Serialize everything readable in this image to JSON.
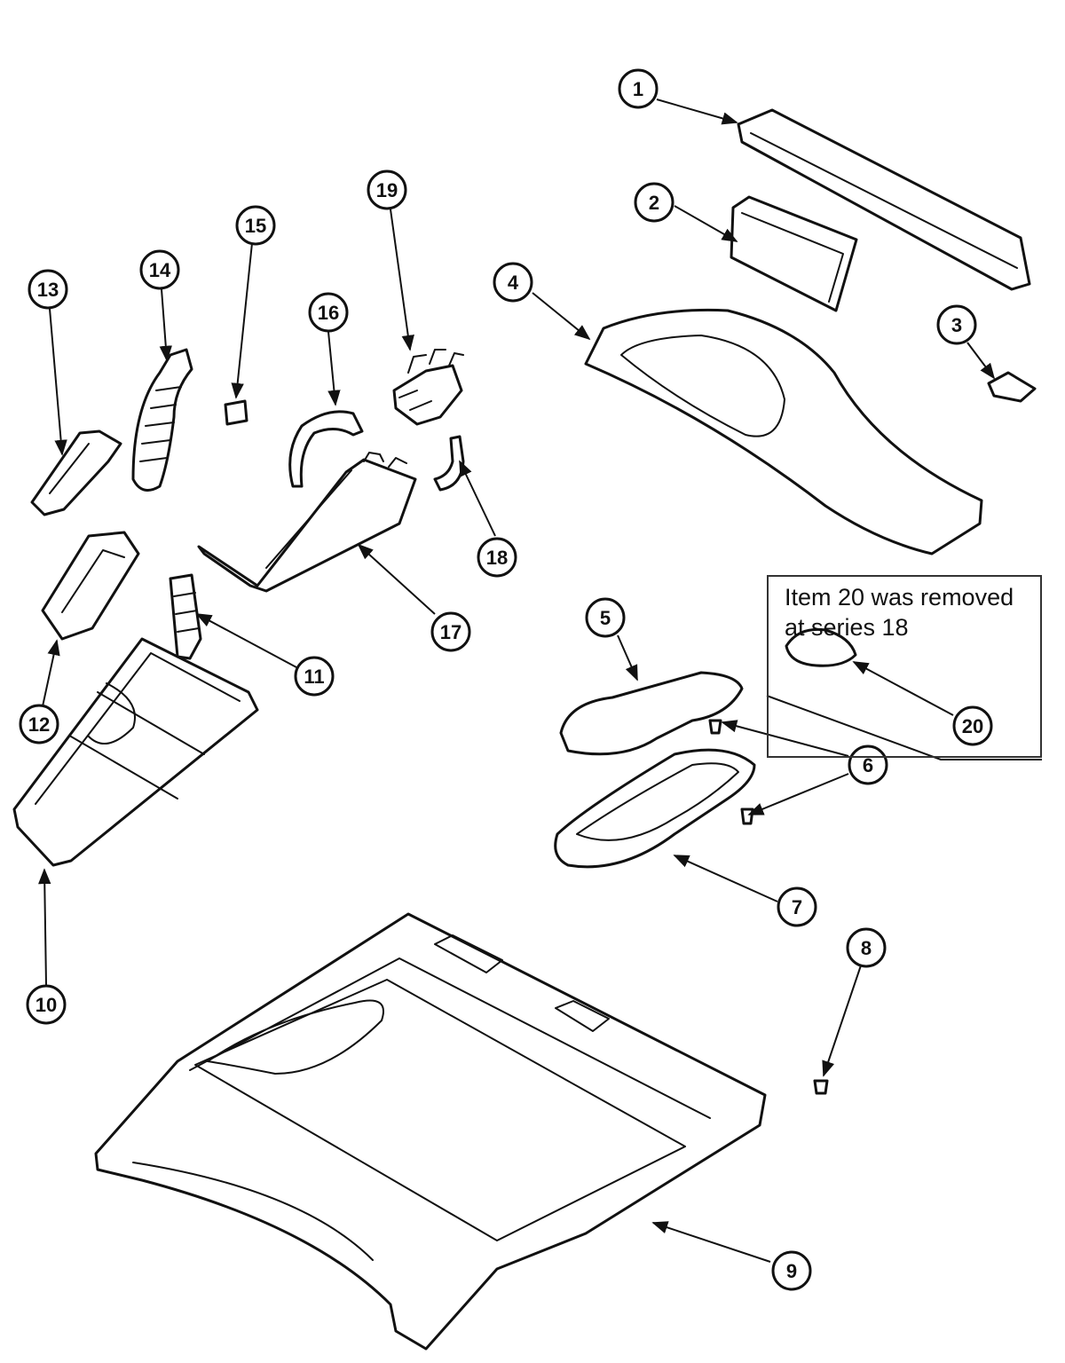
{
  "callouts": {
    "c1": "1",
    "c2": "2",
    "c3": "3",
    "c4": "4",
    "c5": "5",
    "c6": "6",
    "c7": "7",
    "c8": "8",
    "c9": "9",
    "c10": "10",
    "c11": "11",
    "c12": "12",
    "c13": "13",
    "c14": "14",
    "c15": "15",
    "c16": "16",
    "c17": "17",
    "c18": "18",
    "c19": "19",
    "c20": "20"
  },
  "note": {
    "line1": "Item 20 was removed",
    "line2": "at series 18"
  }
}
